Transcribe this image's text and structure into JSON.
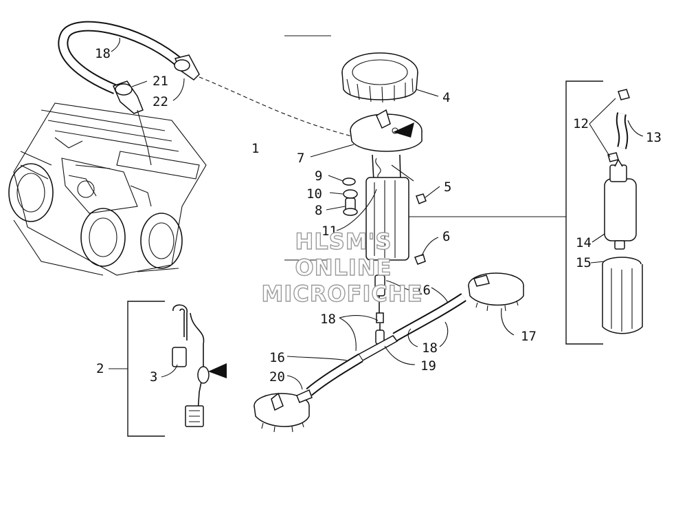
{
  "watermark": {
    "lines": [
      "HLSM'S",
      "ONLINE",
      "MICROFICHE"
    ]
  },
  "callouts": {
    "c1": "1",
    "c2": "2",
    "c3": "3",
    "c4": "4",
    "c5": "5",
    "c6": "6",
    "c7": "7",
    "c8": "8",
    "c9": "9",
    "c10": "10",
    "c11": "11",
    "c12": "12",
    "c13": "13",
    "c14": "14",
    "c15": "15",
    "c16a": "16",
    "c16b": "16",
    "c17": "17",
    "c18a": "18",
    "c18b": "18",
    "c18c": "18",
    "c19": "19",
    "c20": "20",
    "c21": "21",
    "c22": "22"
  },
  "colors": {
    "ink": "#111111",
    "watermark_fill": "#ffffff",
    "watermark_outline": "#9a9a9a",
    "background": "#ffffff"
  }
}
